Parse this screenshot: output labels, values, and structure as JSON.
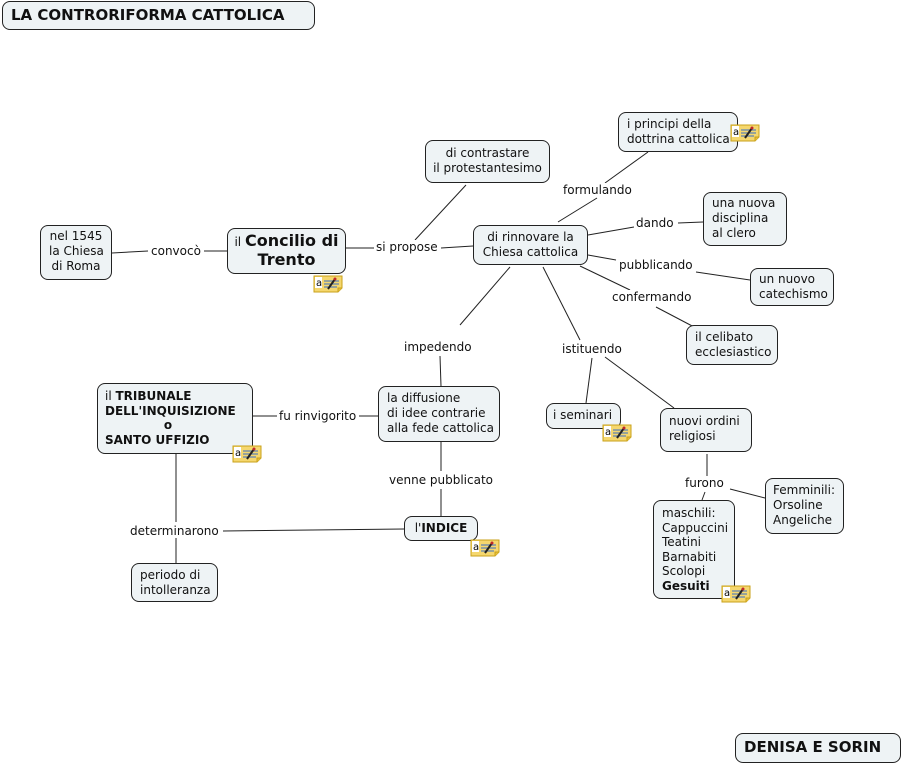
{
  "title": "LA CONTRORIFORMA CATTOLICA",
  "author": "DENISA E SORIN",
  "nodes": {
    "nel1545": [
      "nel 1545",
      "la Chiesa",
      "di Roma"
    ],
    "concilio": {
      "prefix": "il",
      "line1": "Concilio di",
      "line2": "Trento"
    },
    "contrastare": [
      "di contrastare",
      "il protestantesimo"
    ],
    "rinnovare": [
      "di rinnovare la",
      "Chiesa cattolica"
    ],
    "principi": [
      "i principi della",
      "dottrina cattolica"
    ],
    "disciplina": [
      "una nuova",
      "disciplina",
      "al clero"
    ],
    "catechismo": [
      "un nuovo",
      "catechismo"
    ],
    "celibato": [
      "il celibato",
      "ecclesiastico"
    ],
    "diffusione": [
      "la diffusione",
      "di idee contrarie",
      "alla fede cattolica"
    ],
    "tribunale": {
      "prefix": "il",
      "line1": "TRIBUNALE",
      "line2": "DELL'INQUISIZIONE",
      "line3": "o",
      "line4": "SANTO UFFIZIO"
    },
    "indice": {
      "prefix": "l'",
      "bold": "INDICE"
    },
    "intolleranza": [
      "periodo di",
      "intolleranza"
    ],
    "seminari": [
      "i seminari"
    ],
    "ordini": [
      "nuovi ordini",
      "religiosi"
    ],
    "maschili": [
      "maschili:",
      "Cappuccini",
      "Teatini",
      "Barnabiti",
      "Scolopi",
      "Gesuiti"
    ],
    "femminili": [
      "Femminili:",
      "Orsoline",
      "Angeliche"
    ]
  },
  "links": {
    "convoco": "convocò",
    "si_propose": "si propose",
    "formulando": "formulando",
    "dando": "dando",
    "pubblicando": "pubblicando",
    "confermando": "confermando",
    "impedendo": "impedendo",
    "istituendo": "istituendo",
    "fu_rinvigorito": "fu rinvigorito",
    "venne_pubblicato": "venne pubblicato",
    "determinarono": "determinarono",
    "furono": "furono"
  },
  "icons": {
    "note": "note-icon"
  }
}
